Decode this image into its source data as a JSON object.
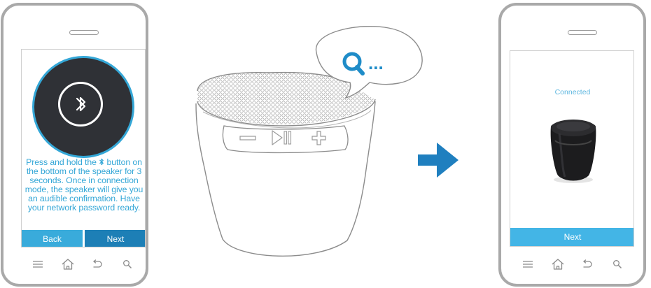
{
  "phone_setup": {
    "instructions_before_icon": "Press and hold the",
    "instructions_after_icon": "button on the bottom of the speaker for 3 seconds. Once in connection mode, the speaker will give you an audible confirmation. Have your network password ready.",
    "back_label": "Back",
    "next_label": "Next"
  },
  "phone_connected": {
    "status": "Connected",
    "next_label": "Next"
  },
  "speaker": {
    "bubble_text": "..."
  },
  "nav_icons": [
    "menu-icon",
    "home-icon",
    "return-icon",
    "search-icon"
  ],
  "colors": {
    "accent_blue": "#34a7d7",
    "dark_button": "#1d7fb6",
    "arrow_blue": "#1f7fbf",
    "device_outline": "#a9a9a9"
  }
}
